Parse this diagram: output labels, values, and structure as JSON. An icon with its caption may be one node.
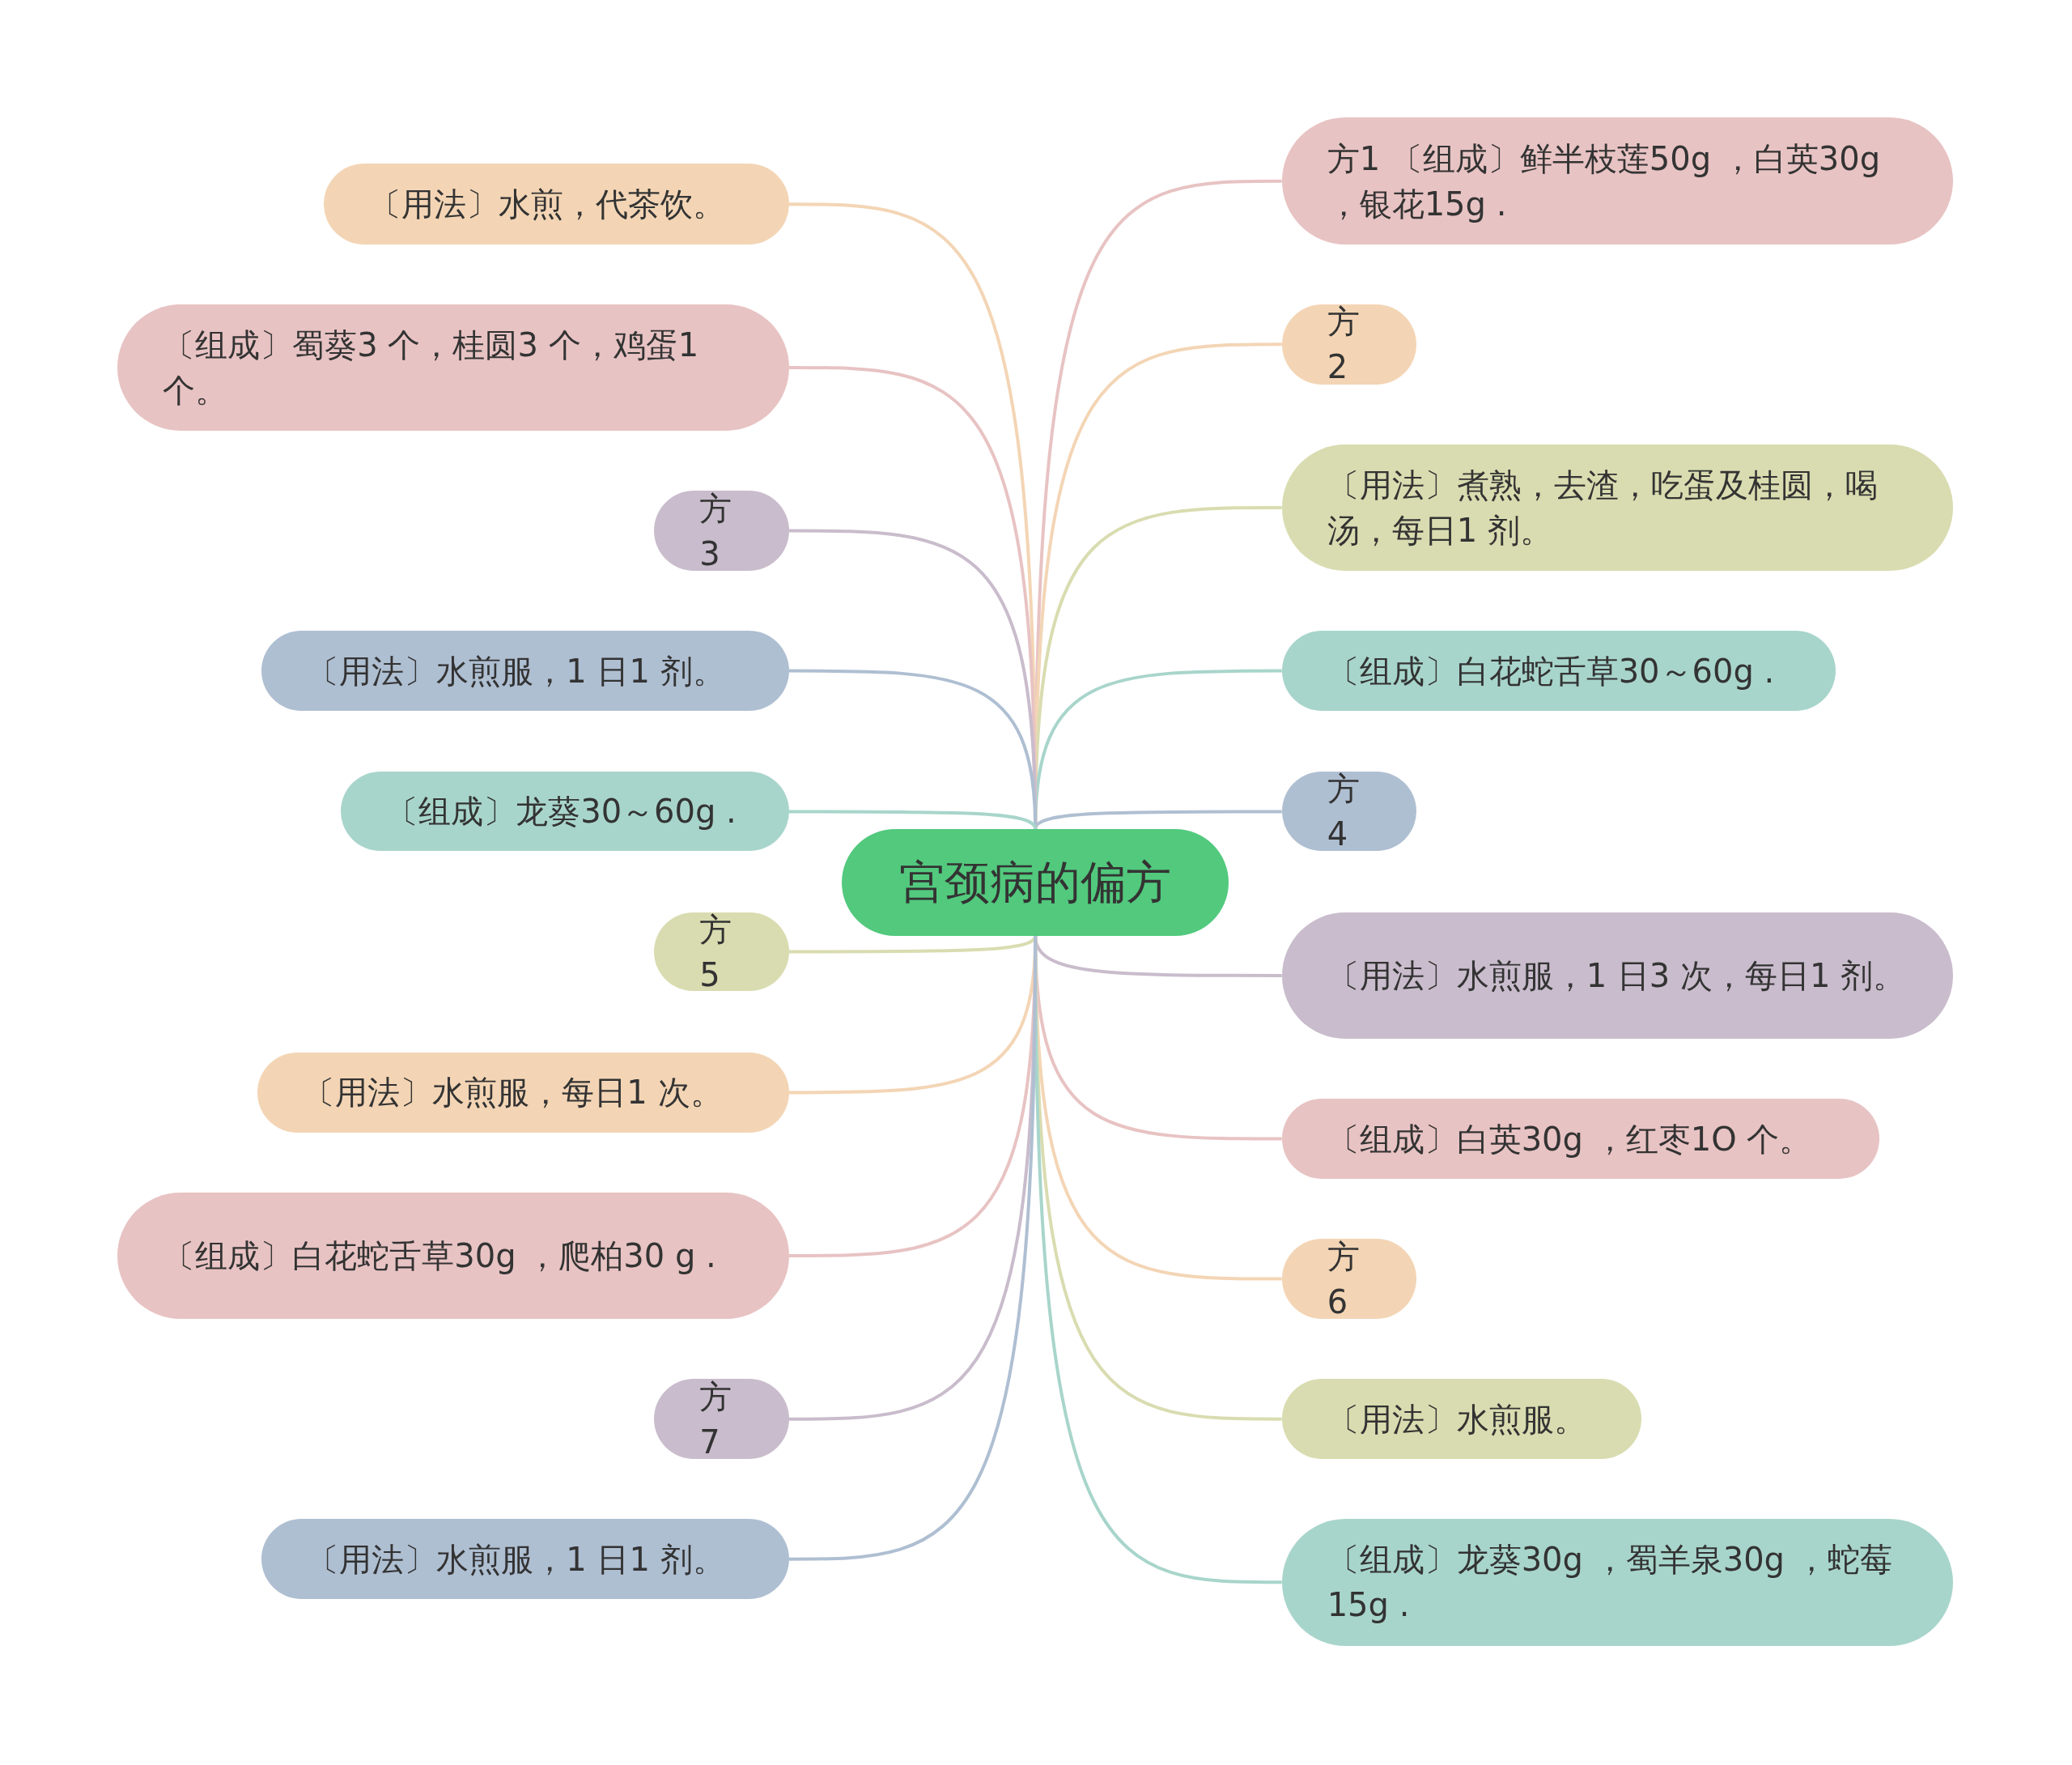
{
  "diagram": {
    "nodes": [
      {
        "text": [
          "宫颈病的偏方"
        ]
      },
      {
        "text": [
          "方1 〔组成〕鲜半枝莲50g ，白英30g ，银花15g ."
        ]
      },
      {
        "text": [
          "方2"
        ]
      },
      {
        "text": [
          "〔用法〕煮熟，去渣，吃蛋及桂圆，喝汤，每日1 剂。"
        ]
      },
      {
        "text": [
          "〔组成〕白花蛇舌草30～60g ."
        ]
      },
      {
        "text": [
          "方4"
        ]
      },
      {
        "text": [
          "〔用法〕水煎服，1 日3 次，每日1 剂。"
        ]
      },
      {
        "text": [
          "〔组成〕白英30g ，红枣1O 个。"
        ]
      },
      {
        "text": [
          "方6"
        ]
      },
      {
        "text": [
          "〔用法〕水煎服。"
        ]
      },
      {
        "text": [
          "〔组成〕龙葵30g ，蜀羊泉30g ，蛇莓15g ."
        ]
      },
      {
        "text": [
          "〔用法〕水煎，代茶饮。"
        ]
      },
      {
        "text": [
          "〔组成〕蜀葵3 个，桂圆3 个，鸡蛋1 个。"
        ]
      },
      {
        "text": [
          "方3"
        ]
      },
      {
        "text": [
          "〔用法〕水煎服，1 日1 剂。"
        ]
      },
      {
        "text": [
          "〔组成〕龙葵30～60g ."
        ]
      },
      {
        "text": [
          "方5"
        ]
      },
      {
        "text": [
          "〔用法〕水煎服，每日1 次。"
        ]
      },
      {
        "text": [
          "〔组成〕白花蛇舌草30g ，爬柏30 g ."
        ]
      },
      {
        "text": [
          "方7"
        ]
      },
      {
        "text": [
          "〔用法〕水煎服，1 日1 剂。"
        ]
      }
    ],
    "edges": [
      {
        "from": 0,
        "to": 1,
        "arrow": "none",
        "color": "#e8c3c3"
      },
      {
        "from": 0,
        "to": 2,
        "arrow": "none",
        "color": "#f3d5b5"
      },
      {
        "from": 0,
        "to": 3,
        "arrow": "none",
        "color": "#d9dcb0"
      },
      {
        "from": 0,
        "to": 4,
        "arrow": "none",
        "color": "#a8d5cb"
      },
      {
        "from": 0,
        "to": 5,
        "arrow": "none",
        "color": "#afbfd2"
      },
      {
        "from": 0,
        "to": 6,
        "arrow": "none",
        "color": "#c9bccc"
      },
      {
        "from": 0,
        "to": 7,
        "arrow": "none",
        "color": "#e8c3c3"
      },
      {
        "from": 0,
        "to": 8,
        "arrow": "none",
        "color": "#f3d5b5"
      },
      {
        "from": 0,
        "to": 9,
        "arrow": "none",
        "color": "#d9dcb0"
      },
      {
        "from": 0,
        "to": 10,
        "arrow": "none",
        "color": "#a8d5cb"
      },
      {
        "from": 0,
        "to": 11,
        "arrow": "none",
        "color": "#f3d5b5"
      },
      {
        "from": 0,
        "to": 12,
        "arrow": "none",
        "color": "#e8c3c3"
      },
      {
        "from": 0,
        "to": 13,
        "arrow": "none",
        "color": "#c9bccc"
      },
      {
        "from": 0,
        "to": 14,
        "arrow": "none",
        "color": "#afbfd2"
      },
      {
        "from": 0,
        "to": 15,
        "arrow": "none",
        "color": "#a8d5cb"
      },
      {
        "from": 0,
        "to": 16,
        "arrow": "none",
        "color": "#d9dcb0"
      },
      {
        "from": 0,
        "to": 17,
        "arrow": "none",
        "color": "#f3d5b5"
      },
      {
        "from": 0,
        "to": 18,
        "arrow": "none",
        "color": "#e8c3c3"
      },
      {
        "from": 0,
        "to": 19,
        "arrow": "none",
        "color": "#c9bccc"
      },
      {
        "from": 0,
        "to": 20,
        "arrow": "none",
        "color": "#afbfd2"
      }
    ]
  }
}
